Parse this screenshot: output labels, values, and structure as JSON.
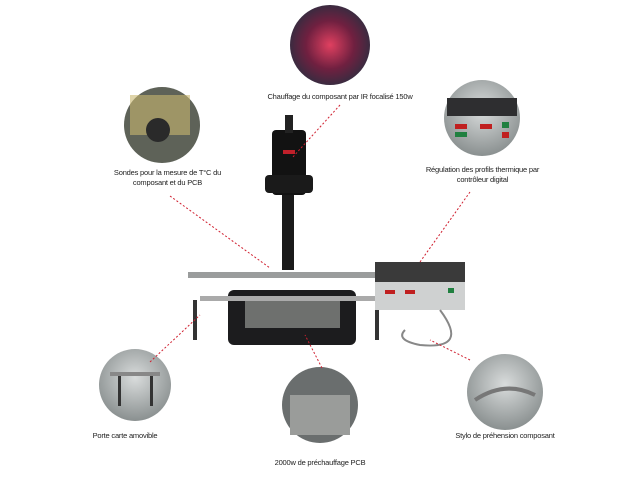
{
  "labels": {
    "ir_heating": "Chauffage du composant par IR focalisé 150w",
    "probes": "Sondes pour la mesure de T°C du composant et du PCB",
    "regulation": "Régulation des profils thermique par contrôleur digital",
    "board_holder": "Porte carte amovible",
    "preheating": "2000w de préchauffage PCB",
    "pickup_pen": "Stylo de préhension composant"
  },
  "colors": {
    "leader": "#d02030",
    "accent_red": "#c0202a"
  }
}
